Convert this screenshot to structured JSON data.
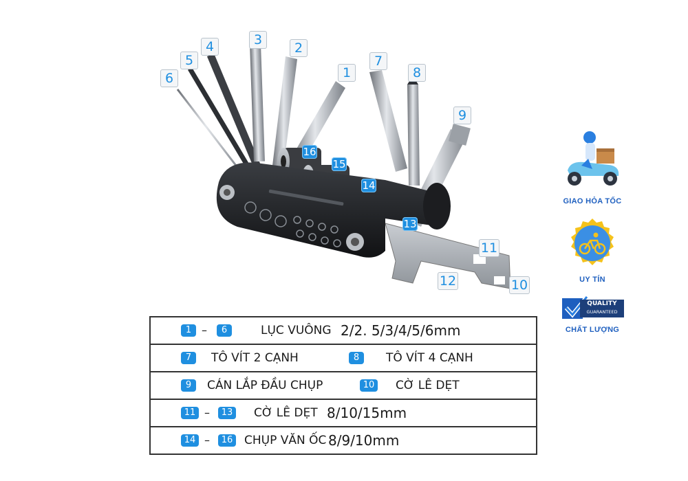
{
  "callouts": {
    "c1": "1",
    "c2": "2",
    "c3": "3",
    "c4": "4",
    "c5": "5",
    "c6": "6",
    "c7": "7",
    "c8": "8",
    "c9": "9",
    "c10": "10",
    "c11": "11",
    "c12": "12",
    "c13": "13",
    "c14": "14",
    "c15": "15",
    "c16": "16"
  },
  "table": {
    "row1": {
      "from": "1",
      "dash": "–",
      "to": "6",
      "name": "LỤC VUÔNG",
      "sizes": "2/2. 5/3/4/5/6mm"
    },
    "row2": {
      "a_num": "7",
      "a_name": "TÔ VÍT 2 CẠNH",
      "b_num": "8",
      "b_name": "TÔ VÍT 4 CẠNH"
    },
    "row3": {
      "a_num": "9",
      "a_name": "CÁN LẮP ĐẦU CHỤP",
      "b_num": "10",
      "b_name": "CỜ LÊ DẸT"
    },
    "row4": {
      "from": "11",
      "dash": "–",
      "to": "13",
      "name": "CỜ LÊ DẸT",
      "sizes": "8/10/15mm"
    },
    "row5": {
      "from": "14",
      "dash": "–",
      "to": "16",
      "name": "CHỤP VĂN ỐC",
      "sizes": "8/9/10mm"
    }
  },
  "badges": {
    "delivery": "GIAO HỎA TỐC",
    "trust": "UY TÍN",
    "quality_line1": "QUALITY",
    "quality_line2": "GUARANTEED",
    "quality": "CHẤT LƯỢNG"
  },
  "colors": {
    "accent": "#1f8fe0",
    "badge_text": "#1e5fbf"
  }
}
